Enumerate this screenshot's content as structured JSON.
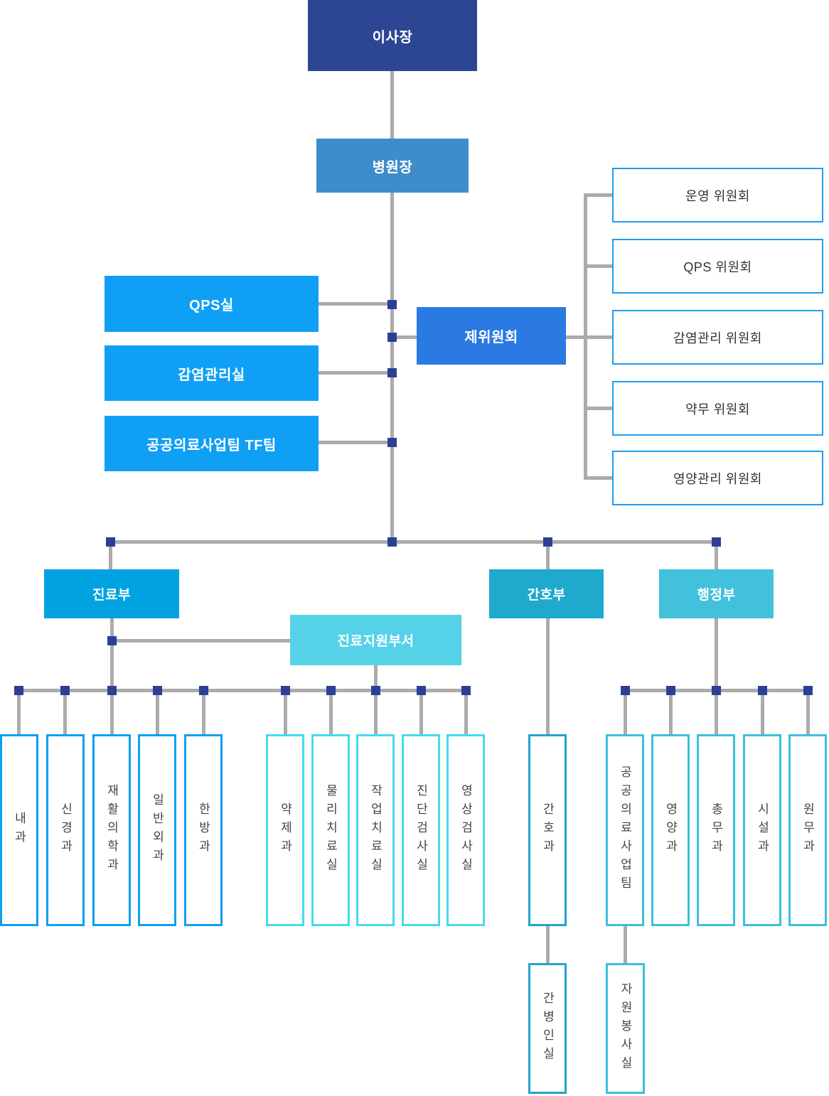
{
  "org": {
    "chairman": "이사장",
    "director": "병원장",
    "offices": [
      "QPS실",
      "감염관리실",
      "공공의료사업팀 TF팀"
    ],
    "committee_hub": "제위원회",
    "committees": [
      "운영 위원회",
      "QPS 위원회",
      "감염관리 위원회",
      "약무 위원회",
      "영양관리 위원회"
    ],
    "departments": {
      "medical": "진료부",
      "nursing": "간호부",
      "admin": "행정부",
      "medical_support": "진료지원부서"
    },
    "medical_units": [
      "내과",
      "신경과",
      "재활의학과",
      "일반외과",
      "한방과"
    ],
    "support_units": [
      "약제과",
      "물리치료실",
      "작업치료실",
      "진단검사실",
      "영상검사실"
    ],
    "nursing_units": [
      "간호과"
    ],
    "nursing_sub_units": [
      "간병인실"
    ],
    "admin_units": [
      "공공의료사업팀",
      "영양과",
      "총무과",
      "시설과",
      "원무과"
    ],
    "admin_sub_units": [
      "자원봉사실"
    ]
  },
  "colors": {
    "c_chairman": "#2C4693",
    "c_director": "#3E8CC9",
    "c_office": "#0FA0F6",
    "c_hub": "#2B7AE3",
    "c_committee_border": "#1F9CF1",
    "c_medical": "#00A3E0",
    "c_nursing": "#1FA9CD",
    "c_admin": "#42C1DC",
    "c_support": "#55D2E8",
    "c_unit_blue": "#0D9FEE",
    "c_unit_cyan": "#45DBEF",
    "c_unit_teal": "#1FA5CB",
    "c_unit_lteal": "#3AC0DE",
    "c_line": "#ABABAB",
    "c_node": "#2B3F97"
  }
}
